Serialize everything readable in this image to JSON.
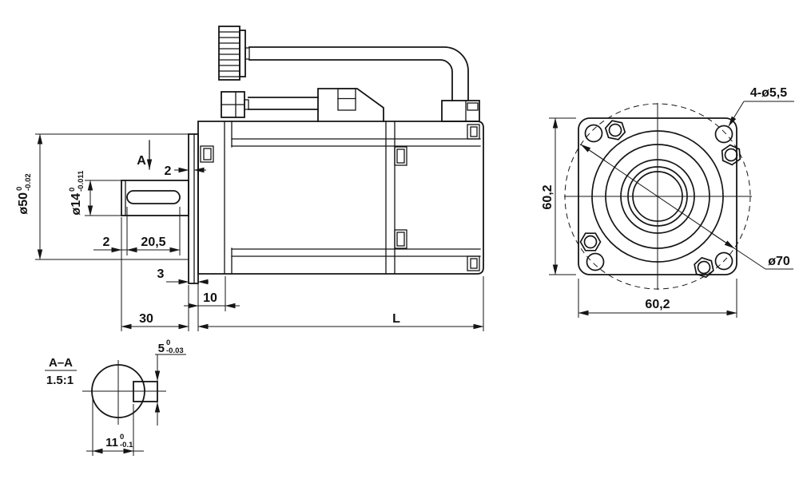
{
  "side": {
    "section_arrow": "A",
    "pilot_dia": {
      "value": "ø50",
      "tol_top": "0",
      "tol_bot": "-0.02"
    },
    "shaft_dia": {
      "value": "ø14",
      "tol_top": "0",
      "tol_bot": "-0.011"
    },
    "pilot_len": "2",
    "key_offset": "2",
    "key_len": "20,5",
    "flange_thk": "3",
    "front_len": "10",
    "shaft_len": "30",
    "body_len": "L"
  },
  "section": {
    "title": "A–A",
    "scale": "1.5:1",
    "key_width": {
      "value": "5",
      "tol_top": "0",
      "tol_bot": "-0.03"
    },
    "flat_height": {
      "value": "11",
      "tol_top": "0",
      "tol_bot": "-0.1"
    }
  },
  "front": {
    "mount_holes": "4-ø5,5",
    "height": "60,2",
    "width": "60,2",
    "outer_dia": "ø70"
  }
}
